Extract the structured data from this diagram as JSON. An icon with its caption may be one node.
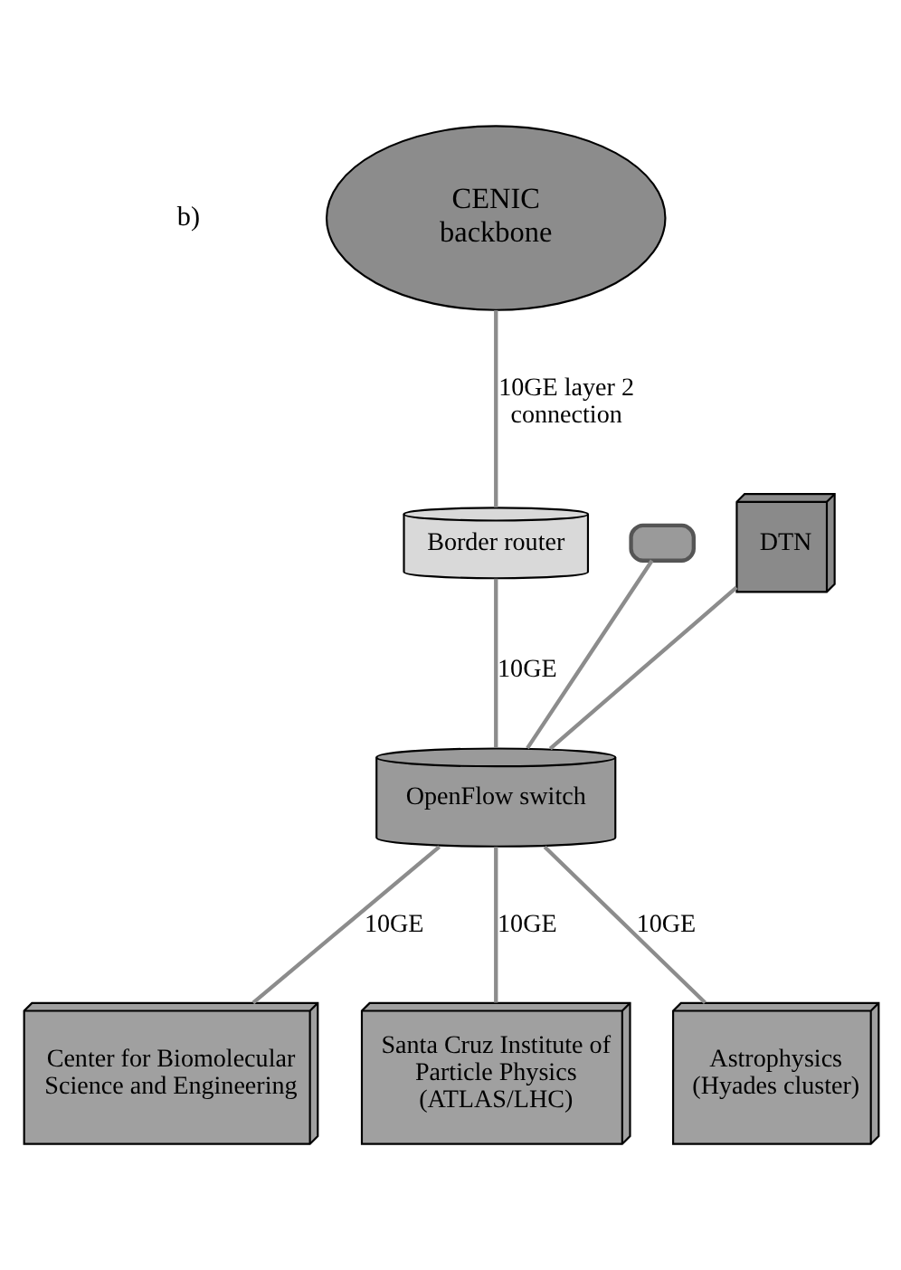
{
  "diagram": {
    "nodes": [
      {
        "text": [
          "CENIC backbone"
        ]
      },
      {
        "text": [
          "Border router"
        ]
      },
      {
        "text": [],
        "shape": "box"
      },
      {
        "text": [
          "DTN"
        ]
      },
      {
        "text": [
          "OpenFlow switch"
        ]
      },
      {
        "text": [
          "Center for Biomolecular Science and Engineering"
        ]
      },
      {
        "text": [
          "Santa Cruz Institute of Particle Physics (ATLAS/LHC)"
        ]
      },
      {
        "text": [
          "Astrophysics (Hyades cluster)"
        ]
      }
    ],
    "edges": [
      {
        "from": 0,
        "to": 1,
        "arrow": "none",
        "label": "10GE layer 2 connection"
      },
      {
        "from": 1,
        "to": 4,
        "arrow": "none",
        "label": "10GE"
      },
      {
        "from": 4,
        "to": 2,
        "arrow": "none"
      },
      {
        "from": 4,
        "to": 3,
        "arrow": "none"
      },
      {
        "from": 4,
        "to": 5,
        "arrow": "none",
        "label": "10GE"
      },
      {
        "from": 4,
        "to": 6,
        "arrow": "none",
        "label": "10GE"
      },
      {
        "from": 4,
        "to": 7,
        "arrow": "none",
        "label": "10GE"
      }
    ],
    "labels": [
      "b)"
    ]
  }
}
